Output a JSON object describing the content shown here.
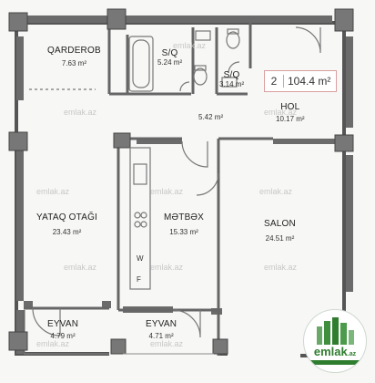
{
  "rooms": [
    {
      "id": "qarderob",
      "name": "QARDEROB",
      "area": "7.63 m²"
    },
    {
      "id": "sq1",
      "name": "S/Q",
      "area": "5.24 m²"
    },
    {
      "id": "sq2",
      "name": "S/Q",
      "area": "3.14 m²"
    },
    {
      "id": "hall",
      "name": "",
      "area": "5.42 m²"
    },
    {
      "id": "hol",
      "name": "HOL",
      "area": "10.17 m²"
    },
    {
      "id": "yataq",
      "name": "YATAQ OTAĞI",
      "area": "23.43 m²"
    },
    {
      "id": "metbex",
      "name": "MƏTBƏX",
      "area": "15.33 m²"
    },
    {
      "id": "salon",
      "name": "SALON",
      "area": "24.51 m²"
    },
    {
      "id": "eyvan1",
      "name": "EYVAN",
      "area": "4.79 m²"
    },
    {
      "id": "eyvan2",
      "name": "EYVAN",
      "area": "4.71 m²"
    }
  ],
  "badge": {
    "rooms": "2",
    "total": "104.4 m²"
  },
  "watermark": "emlak.az",
  "kitchen_letters": [
    "W",
    "F"
  ],
  "logo": {
    "brand": "emlak",
    "tld": ".az"
  }
}
